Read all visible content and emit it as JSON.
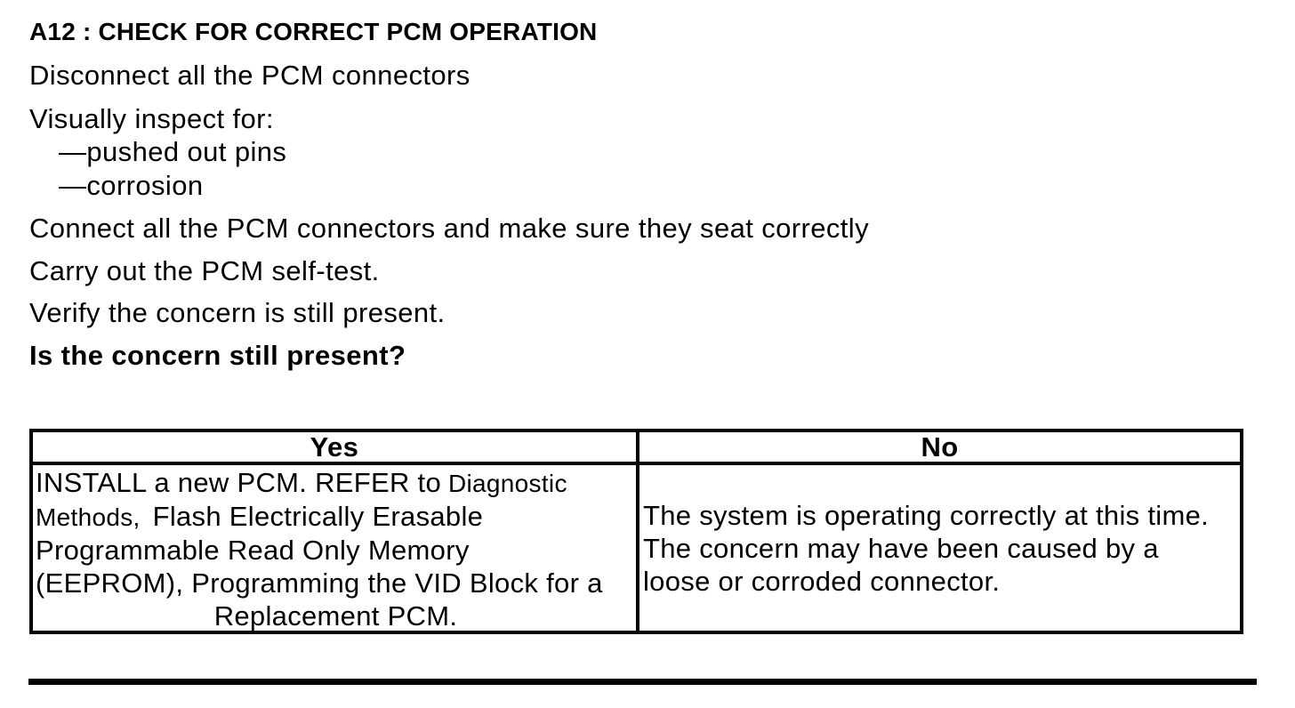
{
  "colors": {
    "text": "#000000",
    "background": "#ffffff",
    "table_border": "#000000"
  },
  "test_step": {
    "title": "A12 : CHECK FOR CORRECT PCM OPERATION"
  },
  "instructions": {
    "step1": "Disconnect all the PCM connectors",
    "step2": "Visually inspect for:",
    "inspect_items": [
      "—pushed out pins",
      "—corrosion"
    ],
    "step3": "Connect all the PCM connectors and make sure they seat correctly",
    "step4": "Carry out the PCM self-test.",
    "step5": "Verify the concern is still present.",
    "question": "Is the concern still present?"
  },
  "results_table": {
    "headers": {
      "yes": "Yes",
      "no": "No"
    },
    "yes_action": {
      "line1_text": "INSTALL a new PCM. REFER to",
      "line1_ref": "Diagnostic",
      "line2_ref": "Methods,",
      "line2_text": "Flash Electrically Erasable",
      "line3": "Programmable Read Only Memory",
      "line4": "(EEPROM), Programming the VID Block for a",
      "line5": "Replacement PCM."
    },
    "no_action": {
      "line1": "The system is operating correctly at this time.",
      "line2": "The concern may have been caused by a",
      "line3": "loose or corroded connector."
    }
  }
}
